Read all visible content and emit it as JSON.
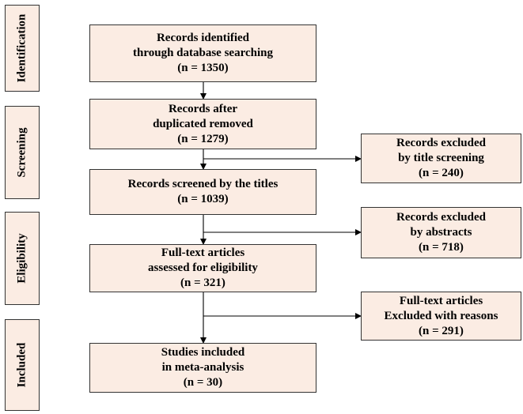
{
  "stages": {
    "identification": "Identification",
    "screening": "Screening",
    "eligibility": "Eligibility",
    "included": "Included"
  },
  "main": {
    "identified": {
      "line1": "Records identified",
      "line2": "through database searching",
      "count": "(n = 1350)"
    },
    "after_duplicates": {
      "line1": "Records after",
      "line2": "duplicated removed",
      "count": "(n = 1279)"
    },
    "screened_titles": {
      "line1": "Records screened by the titles",
      "count": "(n = 1039)"
    },
    "full_text": {
      "line1": "Full-text articles",
      "line2": "assessed for eligibility",
      "count": "(n = 321)"
    },
    "included": {
      "line1": "Studies included",
      "line2": "in meta-analysis",
      "count": "(n = 30)"
    }
  },
  "excluded": {
    "title": {
      "line1": "Records excluded",
      "line2": "by title screening",
      "count": "(n = 240)"
    },
    "abstracts": {
      "line1": "Records excluded",
      "line2": "by abstracts",
      "count": "(n = 718)"
    },
    "full_text": {
      "line1": "Full-text articles",
      "line2": "Excluded with reasons",
      "count": "(n = 291)"
    }
  },
  "colors": {
    "box_fill": "#fbece3",
    "border": "#333333",
    "line": "#000000"
  }
}
